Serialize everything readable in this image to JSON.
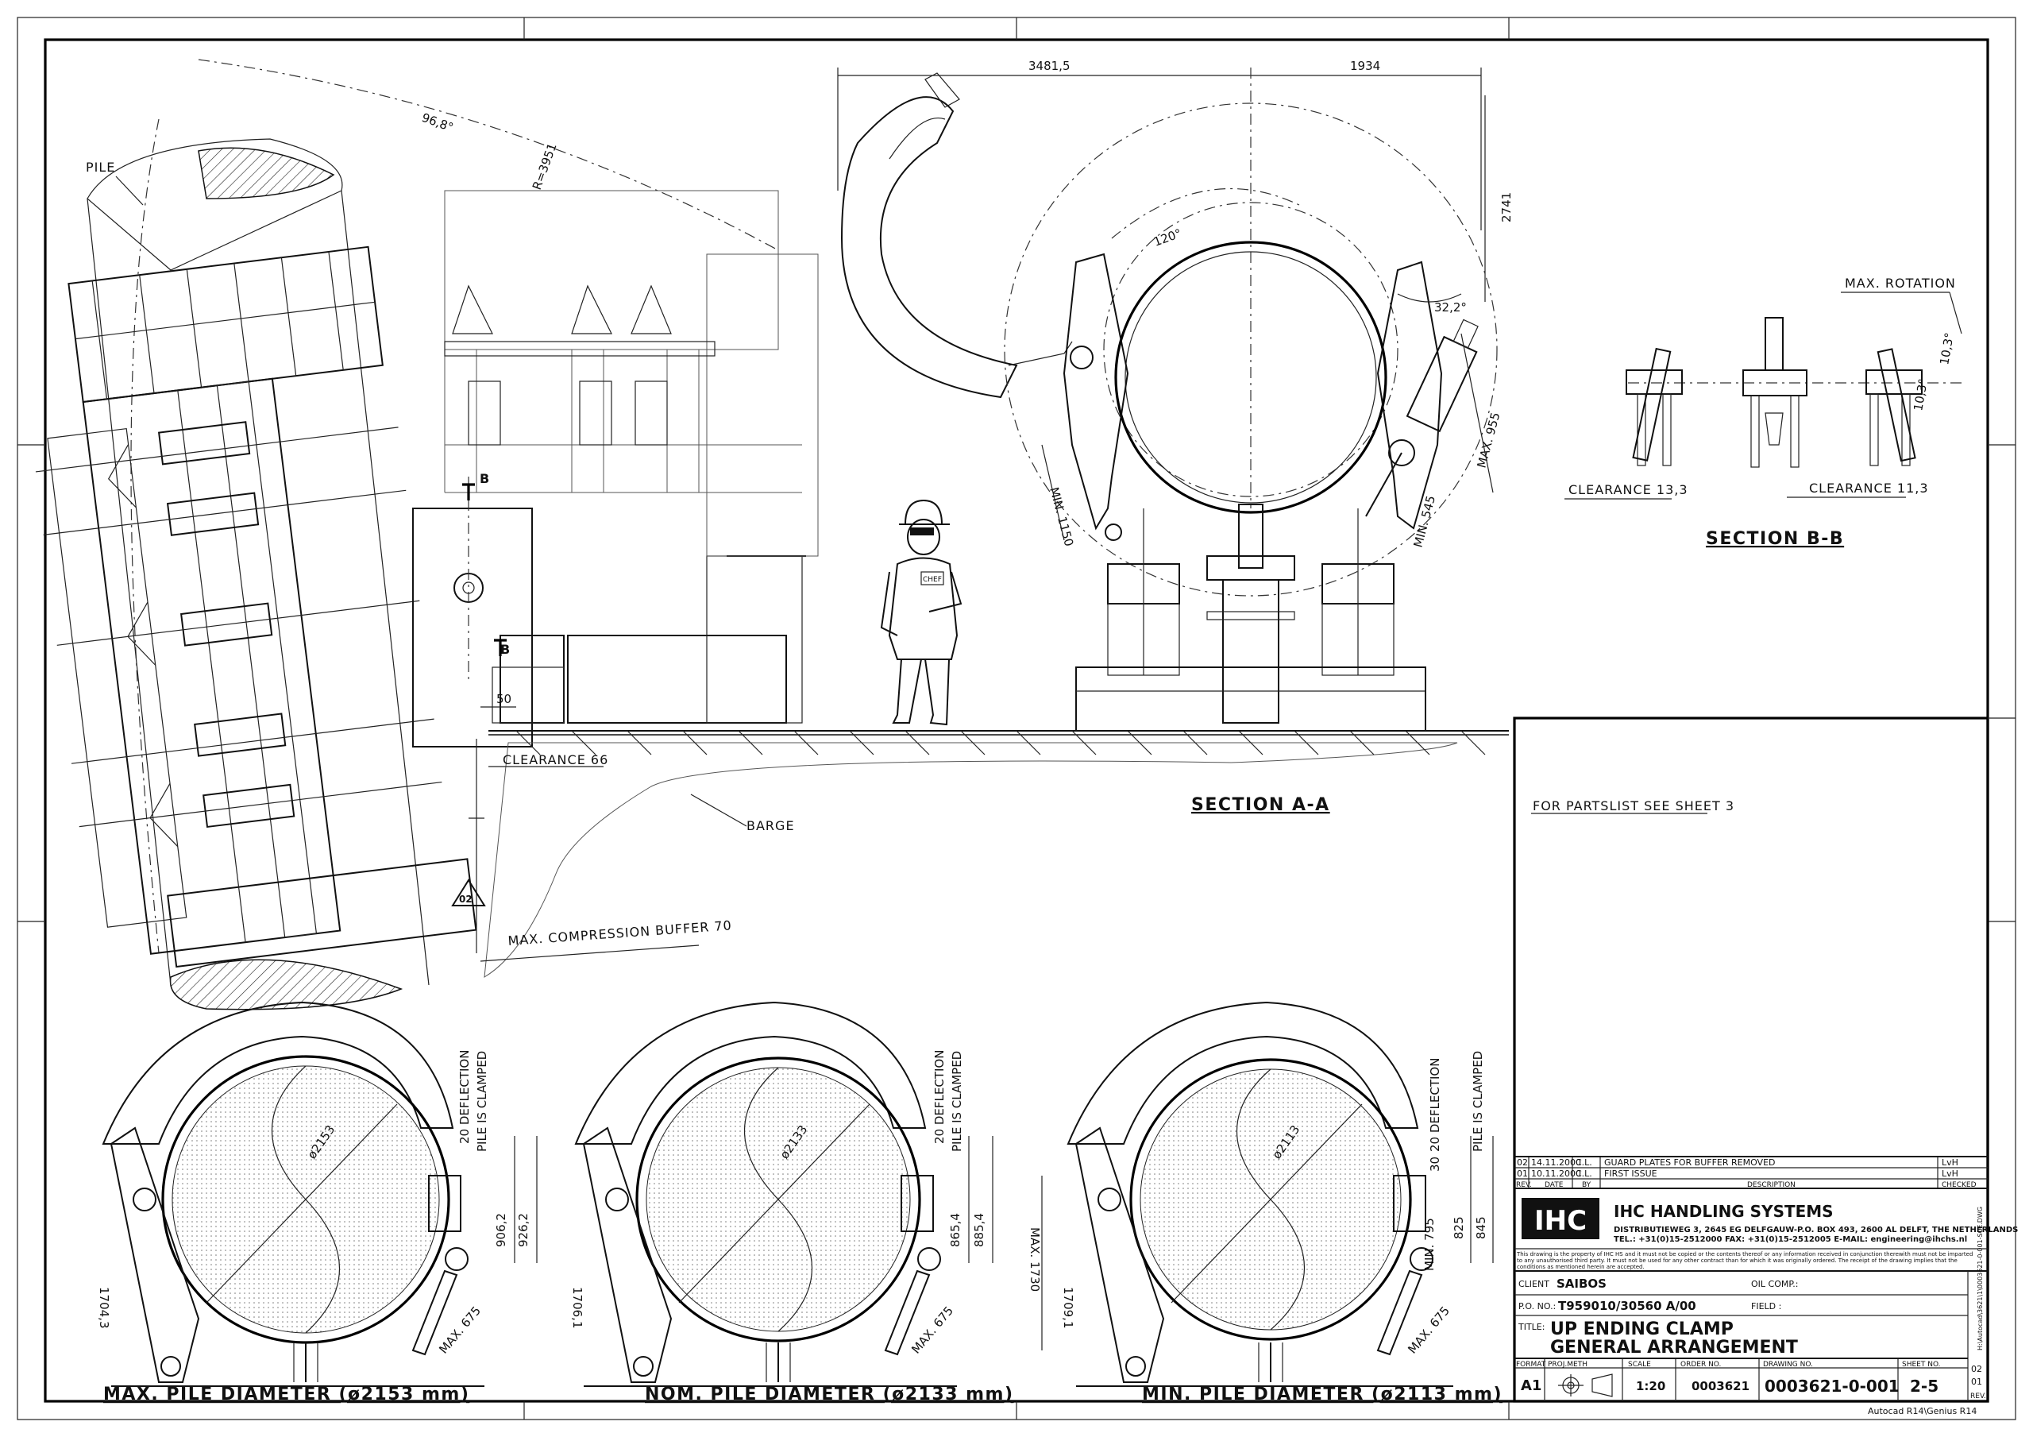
{
  "dimensions": {
    "d_3481": "3481,5",
    "d_1934": "1934",
    "d_2741": "2741",
    "d_96": "96,8°",
    "d_r3951": "R=3951",
    "d_120": "120°",
    "d_32": "32,2°",
    "d_min1150": "MIN. 1150",
    "d_max955": "MAX. 955",
    "d_min545": "MIN. 545",
    "d_50": "50",
    "d_10_3a": "10,3°",
    "d_10_3b": "10,3°"
  },
  "labels": {
    "pile": "PILE",
    "barge": "BARGE",
    "clearance66": "CLEARANCE 66",
    "max_comp": "MAX. COMPRESSION BUFFER 70",
    "sec_b_top": "B",
    "sec_b_bot": "B",
    "max_rotation": "MAX. ROTATION",
    "clear133": "CLEARANCE 13,3",
    "clear113": "CLEARANCE 11,3",
    "section_bb": "SECTION B-B",
    "section_aa": "SECTION A-A",
    "rev_triangle": "02",
    "chef": "CHEF",
    "partslist": "FOR PARTSLIST SEE SHEET 3"
  },
  "clamp_views": [
    {
      "title": "MAX. PILE DIAMETER (ø2153 mm)",
      "dia": "ø2153",
      "pile_clamped": "PILE IS CLAMPED",
      "deflection": "20 DEFLECTION",
      "d1": "906,2",
      "d2": "926,2",
      "d3": "1704,3",
      "d4": "MAX. 675"
    },
    {
      "title": "NOM. PILE DIAMETER (ø2133 mm)",
      "dia": "ø2133",
      "pile_clamped": "PILE IS CLAMPED",
      "deflection": "20 DEFLECTION",
      "d1": "865,4",
      "d2": "885,4",
      "d3": "1706,1",
      "d4": "MAX. 675"
    },
    {
      "title": "MIN. PILE DIAMETER (ø2113 mm)",
      "dia": "ø2113",
      "pile_clamped": "PILE IS CLAMPED",
      "deflection": "20 DEFLECTION",
      "d1": "825",
      "d2": "845",
      "d3": "1709,1",
      "d4": "MAX. 675",
      "extra1": "MIN. 795",
      "extra2": "MAX. 1730",
      "extra3": "30"
    }
  ],
  "revisions": [
    {
      "rev": "02",
      "date": "14.11.2000",
      "by": "C.L.",
      "desc": "GUARD PLATES FOR BUFFER REMOVED",
      "checked": "LvH"
    },
    {
      "rev": "01",
      "date": "10.11.2000",
      "by": "C.L.",
      "desc": "FIRST ISSUE",
      "checked": "LvH"
    }
  ],
  "rev_headers": {
    "rev": "REV.",
    "date": "DATE",
    "by": "BY",
    "desc": "DESCRIPTION",
    "checked": "CHECKED"
  },
  "company": {
    "logo": "IHC",
    "name": "IHC HANDLING SYSTEMS",
    "address": "DISTRIBUTIEWEG 3, 2645 EG DELFGAUW-P.O. BOX 493, 2600 AL DELFT, THE NETHERLANDS",
    "contact": "TEL.: +31(0)15-2512000  FAX: +31(0)15-2512005  E-MAIL: engineering@ihchs.nl",
    "notice1": "This drawing is the property of IHC HS and it must not be copied or the contents thereof or any information received in conjunction therewith must not be imparted",
    "notice2": "to any unauthorised third party. It must not be used for any other contract than for which it was originally ordered. The receipt of the drawing implies that the",
    "notice3": "conditions as mentioned herein are accepted."
  },
  "titleblock": {
    "client_label": "CLIENT",
    "client": "SAIBOS",
    "oil_label": "OIL COMP.:",
    "po_label": "P.O. NO.:",
    "po": "T959010/30560 A/00",
    "field_label": "FIELD   :",
    "title_label": "TITLE:",
    "title1": "UP ENDING CLAMP",
    "title2": "GENERAL ARRANGEMENT",
    "format_label": "FORMAT",
    "format": "A1",
    "projmeth_label": "PROJ.METH",
    "scale_label": "SCALE",
    "scale": "1:20",
    "order_label": "ORDER NO.",
    "order": "0003621",
    "drawing_label": "DRAWING NO.",
    "drawing": "0003621-0-001",
    "sheet_label": "SHEET NO.",
    "sheet": "2-5",
    "rev_label": "REV.",
    "rev_a": "02",
    "rev_b": "01",
    "file_path": "H:\\Autocad\\3621\\1\\0003621-0-001-SCE.DWG",
    "software": "Autocad R14\\Genius R14"
  }
}
